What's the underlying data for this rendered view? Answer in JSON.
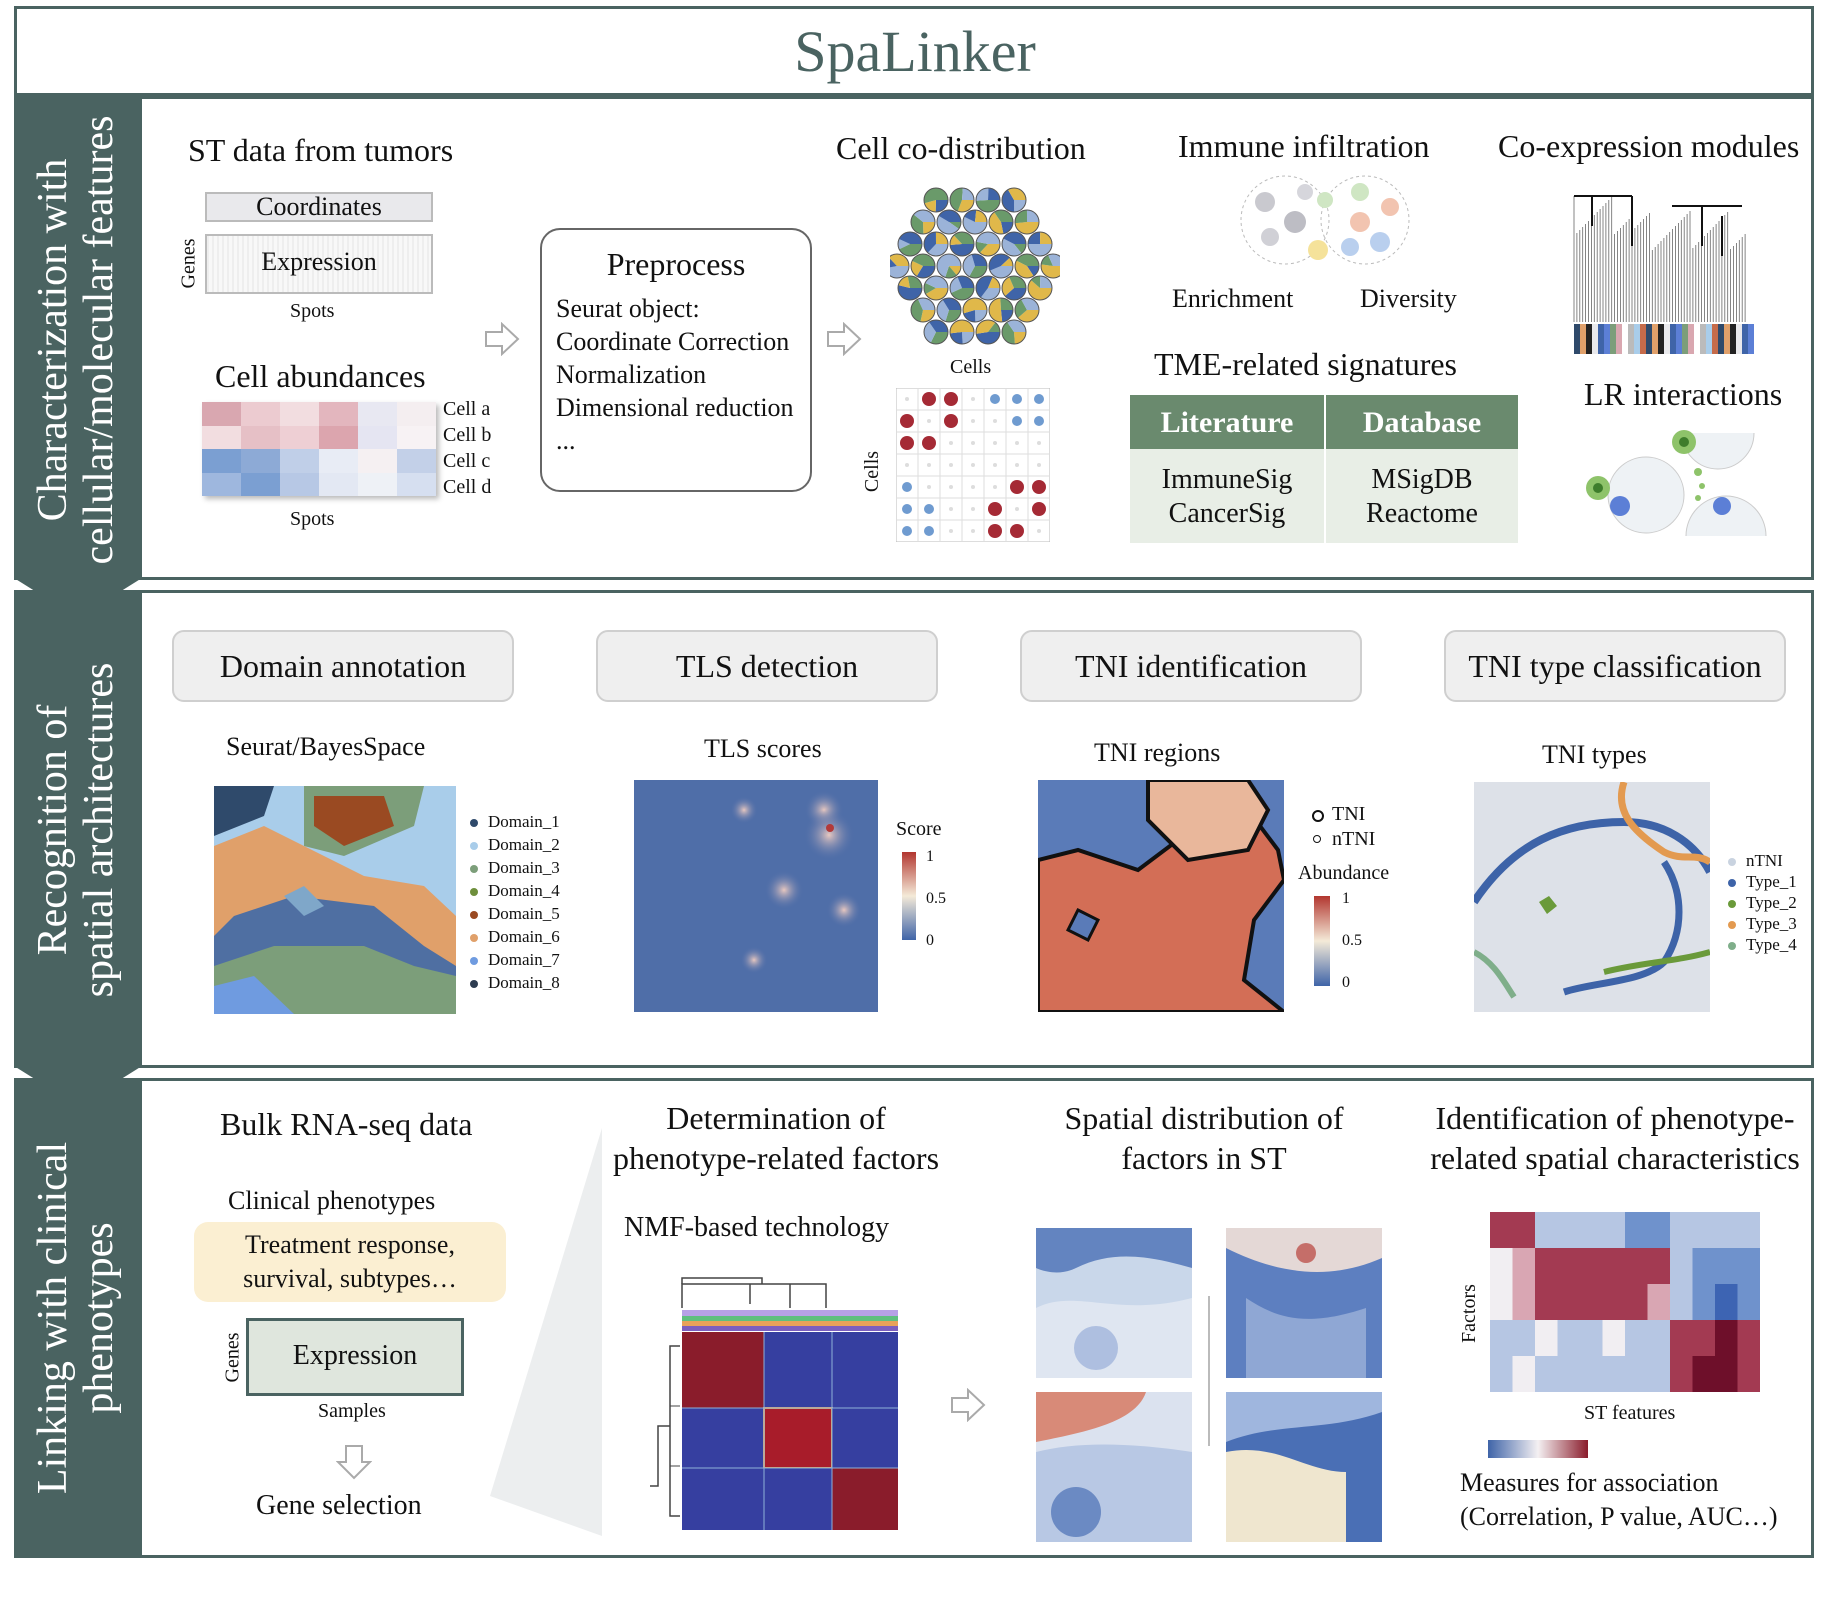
{
  "title": "SpaLinker",
  "colors": {
    "frame": "#4a6361",
    "red": "#a52a35",
    "blue": "#4a6fb5",
    "sig_header": "#6a8a6e",
    "sig_body": "#e8eee6",
    "clinical_box": "#fbefd2",
    "expr_box": "#dfe6dd"
  },
  "panel1": {
    "side_label_line1": "Characterization with",
    "side_label_line2": "cellular/molecular features",
    "st_data_title": "ST data from tumors",
    "coordinates": "Coordinates",
    "expression": "Expression",
    "genes": "Genes",
    "spots": "Spots",
    "cell_abundances": "Cell abundances",
    "cells": [
      "Cell a",
      "Cell b",
      "Cell c",
      "Cell d"
    ],
    "spots2": "Spots",
    "preprocess_title": "Preprocess",
    "preprocess_items": [
      "Seurat object:",
      "Coordinate Correction",
      "Normalization",
      "Dimensional reduction",
      "..."
    ],
    "cell_codist_title": "Cell co-distribution",
    "cells_x": "Cells",
    "cells_y": "Cells",
    "immune_title": "Immune infiltration",
    "enrichment": "Enrichment",
    "diversity": "Diversity",
    "tme_title": "TME-related signatures",
    "sig_headers": [
      "Literature",
      "Database"
    ],
    "sig_col1": [
      "ImmuneSig",
      "CancerSig"
    ],
    "sig_col2": [
      "MSigDB",
      "Reactome"
    ],
    "coexpr_title": "Co-expression modules",
    "lr_title": "LR interactions"
  },
  "panel2": {
    "side_label_line1": "Recognition of",
    "side_label_line2": "spatial architectures",
    "pills": [
      "Domain annotation",
      "TLS detection",
      "TNI identification",
      "TNI type classification"
    ],
    "sub_titles": [
      "Seurat/BayesSpace",
      "TLS scores",
      "TNI regions",
      "TNI types"
    ],
    "domains": [
      "Domain_1",
      "Domain_2",
      "Domain_3",
      "Domain_4",
      "Domain_5",
      "Domain_6",
      "Domain_7",
      "Domain_8"
    ],
    "domain_colors": [
      "#2f4a6b",
      "#a9cdea",
      "#7c9e7a",
      "#6e8f3c",
      "#9a4a22",
      "#e0a06a",
      "#6f9be0",
      "#2d3c50"
    ],
    "score_label": "Score",
    "score_ticks": [
      "1",
      "0.5",
      "0"
    ],
    "tni_legend": [
      "TNI",
      "nTNI"
    ],
    "abundance_label": "Abundance",
    "abundance_ticks": [
      "1",
      "0.5",
      "0"
    ],
    "tni_types": [
      "nTNI",
      "Type_1",
      "Type_2",
      "Type_3",
      "Type_4"
    ],
    "tni_type_colors": [
      "#c9d3e0",
      "#3d63a8",
      "#6a9a3a",
      "#e39a50",
      "#7fae8a"
    ]
  },
  "panel3": {
    "side_label_line1": "Linking with clinical",
    "side_label_line2": "phenotypes",
    "bulk_title": "Bulk RNA-seq data",
    "clinical_title": "Clinical phenotypes",
    "clinical_line1": "Treatment response,",
    "clinical_line2": "survival, subtypes…",
    "genes": "Genes",
    "expression": "Expression",
    "samples": "Samples",
    "gene_selection": "Gene selection",
    "determination_line1": "Determination of",
    "determination_line2": "phenotype-related factors",
    "nmf": "NMF-based technology",
    "spatial_line1": "Spatial distribution of",
    "spatial_line2": "factors in ST",
    "identification_line1": "Identification of phenotype-",
    "identification_line2": "related spatial characteristics",
    "factors": "Factors",
    "st_features": "ST features",
    "measures_line1": "Measures for association",
    "measures_line2": "(Correlation, P value, AUC…)"
  }
}
